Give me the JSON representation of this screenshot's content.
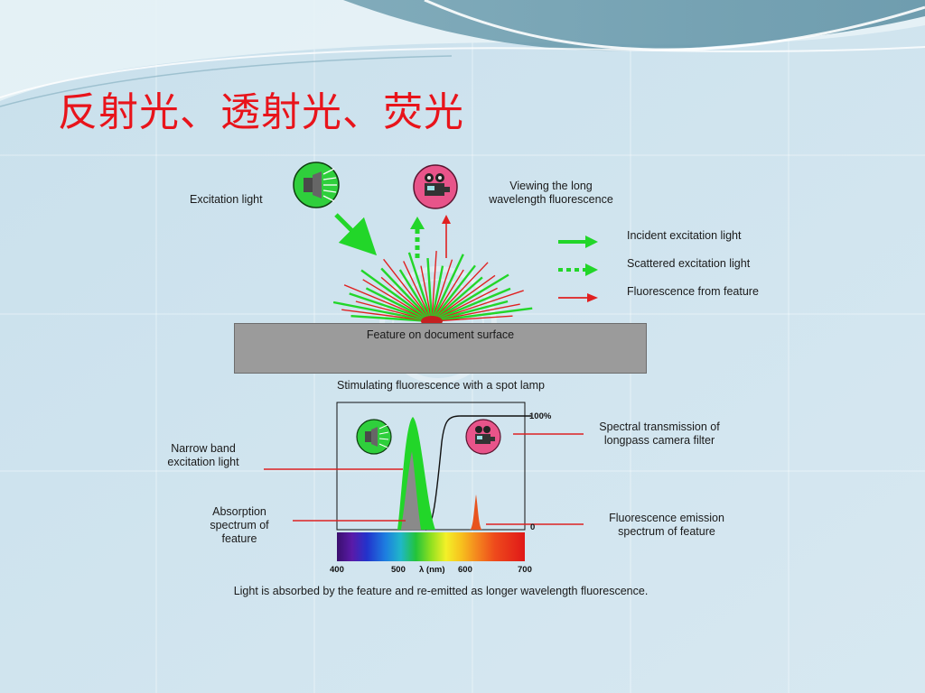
{
  "slide": {
    "title": "反射光、透射光、荧光"
  },
  "diagram_top": {
    "excitation_label": "Excitation light",
    "viewing_label_line1": "Viewing the long",
    "viewing_label_line2": "wavelength fluorescence",
    "surface_label": "Feature on document surface",
    "caption": "Stimulating fluorescence with a spot lamp",
    "legend": [
      {
        "label": "Incident excitation light",
        "style": "solid-green"
      },
      {
        "label": "Scattered excitation light",
        "style": "dotted-green"
      },
      {
        "label": "Fluorescence from feature",
        "style": "thin-red"
      }
    ]
  },
  "diagram_bottom": {
    "narrow_band_line1": "Narrow band",
    "narrow_band_line2": "excitation light",
    "absorption_line1": "Absorption",
    "absorption_line2": "spectrum of",
    "absorption_line3": "feature",
    "spectral_line1": "Spectral transmission of",
    "spectral_line2": "longpass camera filter",
    "fluor_emission_line1": "Fluorescence emission",
    "fluor_emission_line2": "spectrum of feature",
    "label_100": "100%",
    "label_0": "0",
    "tick_400": "400",
    "tick_500": "500",
    "axis_label": "λ (nm)",
    "tick_600": "600",
    "tick_700": "700",
    "caption": "Light is absorbed by the feature and re-emitted as longer wavelength fluorescence."
  },
  "colors": {
    "title": "#e8141b",
    "green": "#22d629",
    "red": "#e02020",
    "surface": "#9b9b9b",
    "camera": "#e8548a"
  },
  "icons": {
    "lamp": "spot-lamp-icon",
    "camera": "camera-icon"
  }
}
